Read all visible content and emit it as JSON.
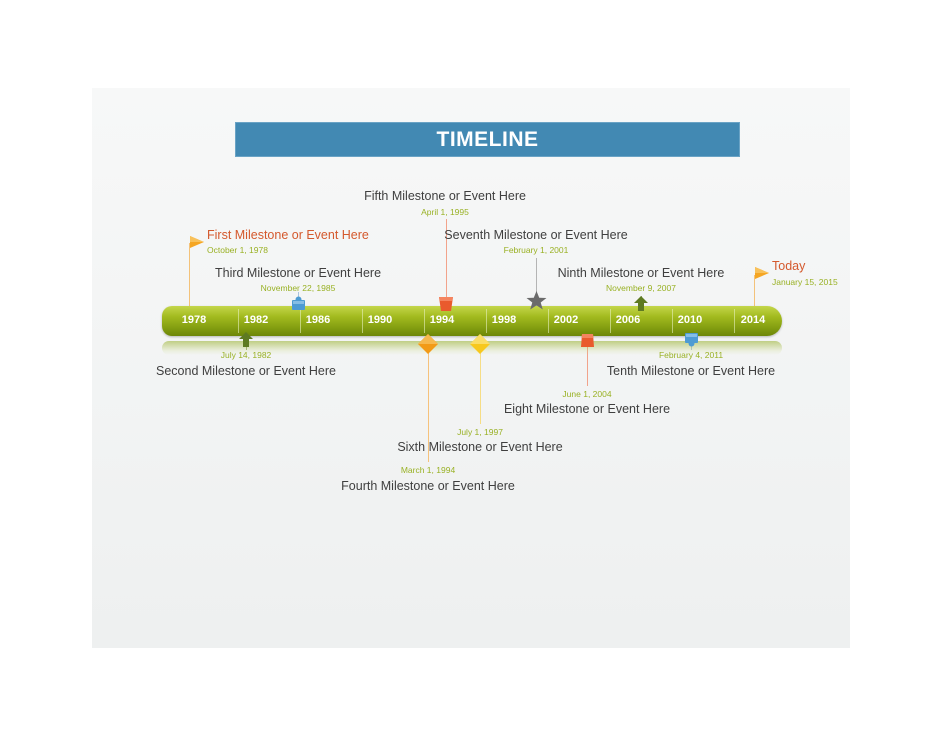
{
  "title": "TIMELINE",
  "years": [
    "1978",
    "1982",
    "1986",
    "1990",
    "1994",
    "1998",
    "2002",
    "2006",
    "2010",
    "2014"
  ],
  "events": [
    {
      "title": "First Milestone or Event Here",
      "date": "October 1, 1978"
    },
    {
      "title": "Second Milestone or Event Here",
      "date": "July 14, 1982"
    },
    {
      "title": "Third Milestone or Event Here",
      "date": "November 22, 1985"
    },
    {
      "title": "Fourth Milestone or Event Here",
      "date": "March 1, 1994"
    },
    {
      "title": "Fifth Milestone or Event Here",
      "date": "April 1, 1995"
    },
    {
      "title": "Sixth Milestone or Event Here",
      "date": "July 1, 1997"
    },
    {
      "title": "Seventh Milestone or Event Here",
      "date": "February 1, 2001"
    },
    {
      "title": "Eight Milestone or Event Here",
      "date": "June 1, 2004"
    },
    {
      "title": "Ninth Milestone or Event Here",
      "date": "November 9, 2007"
    },
    {
      "title": "Tenth Milestone or Event Here",
      "date": "February 4, 2011"
    },
    {
      "title": "Today",
      "date": "January 15, 2015"
    }
  ],
  "colors": {
    "title_bar": "#4289b3",
    "track": "#a3bb1f",
    "date_text": "#99b124",
    "accent_text": "#d4592d",
    "flag": "#f5a623",
    "orange_marker": "#e95a2d",
    "yellow_marker": "#f7c81e",
    "amber_marker": "#f29a17",
    "star_marker": "#6b6b6b",
    "green_marker": "#5e7a22",
    "blue_marker": "#4d9bd3"
  },
  "icons": [
    "flag-icon",
    "arrow-up-icon",
    "puzzle-icon",
    "diamond-icon",
    "shield-icon",
    "star-icon"
  ]
}
